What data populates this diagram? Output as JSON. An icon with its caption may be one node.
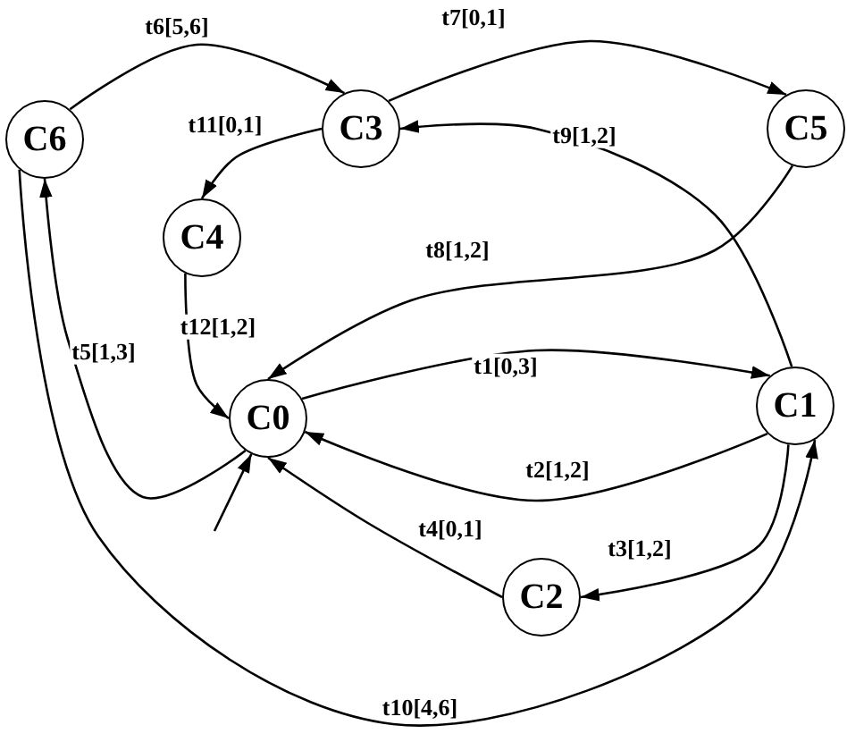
{
  "diagram": {
    "nodes": [
      {
        "text": [
          "C6"
        ]
      },
      {
        "text": [
          "C3"
        ]
      },
      {
        "text": [
          "C5"
        ]
      },
      {
        "text": [
          "C4"
        ]
      },
      {
        "text": [
          "C0"
        ]
      },
      {
        "text": [
          "C1"
        ]
      },
      {
        "text": [
          "C2"
        ]
      }
    ],
    "edges": [
      {
        "from": 4,
        "to": 5,
        "arrow": "to",
        "label": "t1[0,3]"
      },
      {
        "from": 5,
        "to": 4,
        "arrow": "to",
        "label": "t2[1,2]"
      },
      {
        "from": 5,
        "to": 6,
        "arrow": "to",
        "label": "t3[1,2]"
      },
      {
        "from": 6,
        "to": 4,
        "arrow": "to",
        "label": "t4[0,1]"
      },
      {
        "from": 4,
        "to": 0,
        "arrow": "to",
        "label": "t5[1,3]"
      },
      {
        "from": 0,
        "to": 1,
        "arrow": "to",
        "label": "t6[5,6]"
      },
      {
        "from": 1,
        "to": 2,
        "arrow": "to",
        "label": "t7[0,1]"
      },
      {
        "from": 2,
        "to": 4,
        "arrow": "to",
        "label": "t8[1,2]"
      },
      {
        "from": 5,
        "to": 1,
        "arrow": "to",
        "label": "t9[1,2]"
      },
      {
        "from": 0,
        "to": 5,
        "arrow": "to",
        "label": "t10[4,6]"
      },
      {
        "from": 1,
        "to": 3,
        "arrow": "to",
        "label": "t11[0,1]"
      },
      {
        "from": 3,
        "to": 4,
        "arrow": "to",
        "label": "t12[1,2]"
      },
      {
        "from": null,
        "to": 4,
        "arrow": "to"
      }
    ]
  }
}
